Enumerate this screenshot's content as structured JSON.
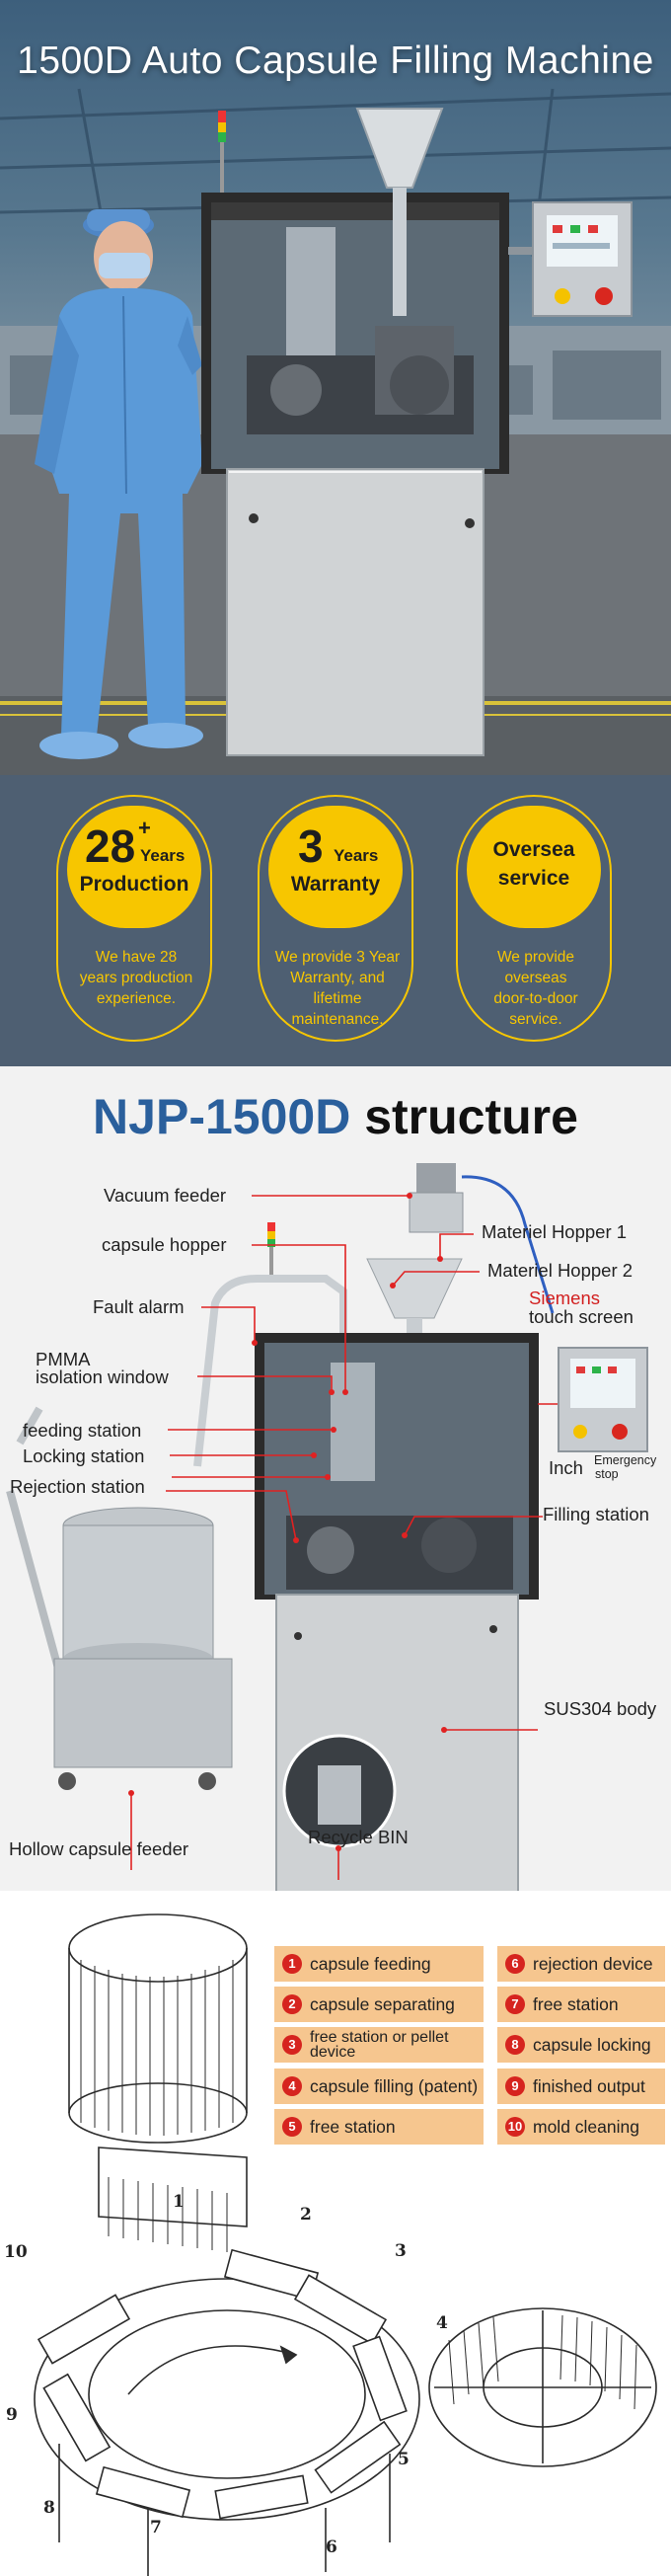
{
  "hero": {
    "title": "1500D Auto Capsule Filling Machine"
  },
  "features": [
    {
      "number": "28",
      "sup": "+",
      "unit": "Years",
      "word": "Production",
      "desc": [
        "We have 28",
        "years production",
        "experience."
      ]
    },
    {
      "number": "3",
      "sup": "",
      "unit": "Years",
      "word": "Warranty",
      "desc": [
        "We provide 3 Year",
        "Warranty, and",
        "lifetime",
        "maintenance."
      ]
    },
    {
      "number": "",
      "sup": "",
      "unit": "",
      "word": "Oversea service",
      "word_lines": [
        "Oversea",
        "service"
      ],
      "desc": [
        "We provide",
        "overseas",
        "door-to-door",
        "service."
      ]
    }
  ],
  "structure": {
    "title_model": "NJP-1500D",
    "title_rest": "structure",
    "labels": {
      "vacuum_feeder": "Vacuum feeder",
      "capsule_hopper": "capsule hopper",
      "fault_alarm": "Fault alarm",
      "pmma_1": "PMMA",
      "pmma_2": "isolation window",
      "feeding_station": "feeding station",
      "locking_station": "Locking station",
      "rejection_station": "Rejection station",
      "materiel_hopper_1": "Materiel Hopper 1",
      "materiel_hopper_2": "Materiel Hopper 2",
      "siemens": "Siemens",
      "touch_screen": "touch screen",
      "inch": "Inch",
      "emergency_1": "Emergency",
      "emergency_2": "stop",
      "filling_station": "Filling station",
      "sus304_body": "SUS304 body",
      "hollow_capsule_feeder": "Hollow capsule feeder",
      "recycle_bin": "Recycle BIN"
    }
  },
  "process": {
    "steps": [
      {
        "n": "1",
        "label": "capsule feeding"
      },
      {
        "n": "2",
        "label": "capsule separating"
      },
      {
        "n": "3",
        "label": "free station or pellet device"
      },
      {
        "n": "4",
        "label": "capsule filling (patent)"
      },
      {
        "n": "5",
        "label": "free station"
      },
      {
        "n": "6",
        "label": "rejection device"
      },
      {
        "n": "7",
        "label": "free station"
      },
      {
        "n": "8",
        "label": "capsule locking"
      },
      {
        "n": "9",
        "label": "finished output"
      },
      {
        "n": "10",
        "label": "mold cleaning"
      }
    ],
    "diagram_numbers": [
      "1",
      "2",
      "3",
      "4",
      "5",
      "6",
      "7",
      "8",
      "9",
      "10"
    ]
  },
  "colors": {
    "badge_yellow": "#f7c600",
    "feature_bg": "#4e5f72",
    "model_blue": "#2a5f9c",
    "step_orange": "#f6c68f",
    "step_red": "#d6241f",
    "label_red": "#d21f1f"
  }
}
